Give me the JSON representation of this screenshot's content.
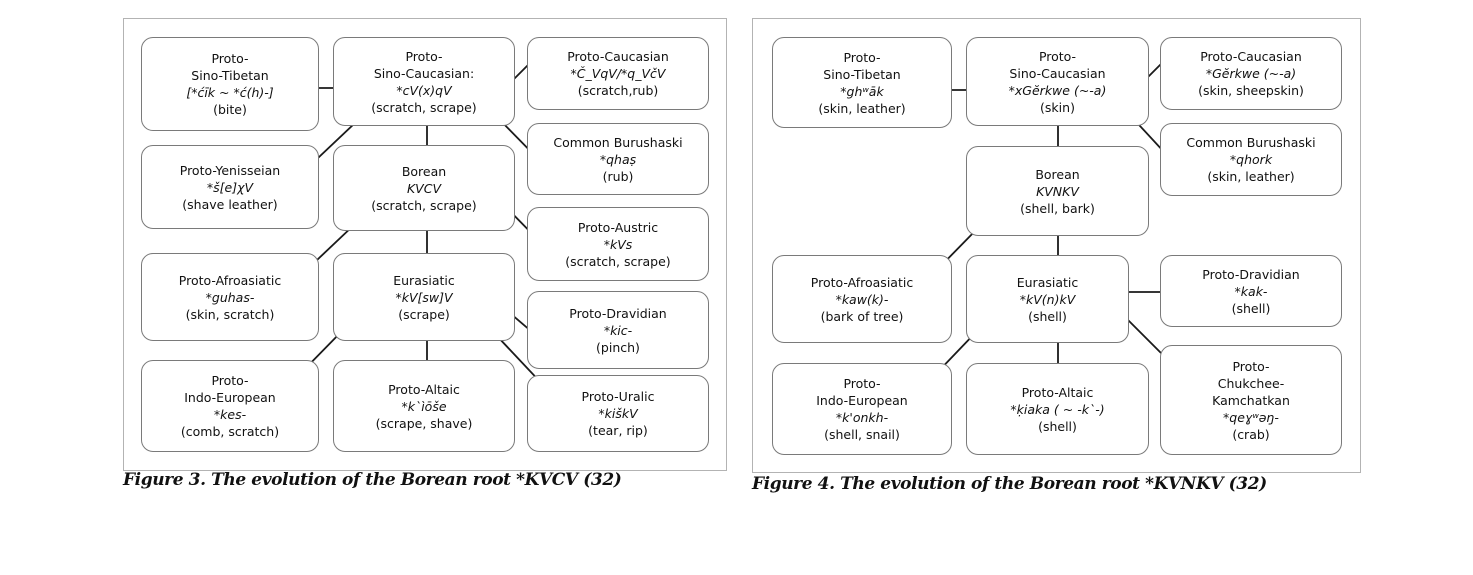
{
  "figure3": {
    "caption": "Figure 3. The evolution of the Borean root *KVCV (32)",
    "nodes": {
      "proto_sino_tibetan": {
        "name1": "Proto-",
        "name2": "Sino-Tibetan",
        "form": "[*ćīk ~ *ć(h)-]",
        "gloss": "(bite)"
      },
      "proto_sino_caucasian": {
        "name1": "Proto-",
        "name2": "Sino-Caucasian:",
        "form": "*cV(x)qV",
        "gloss": "(scratch, scrape)"
      },
      "proto_caucasian": {
        "name": "Proto-Caucasian",
        "form": "*Č_VqV/*q_VčV",
        "gloss": "(scratch,rub)"
      },
      "proto_yenisseian": {
        "name": "Proto-Yenisseian",
        "form": "*š[e]χV",
        "gloss": "(shave leather)"
      },
      "borean": {
        "name": "Borean",
        "form": "KVCV",
        "gloss": "(scratch, scrape)"
      },
      "common_burushaski": {
        "name": "Common Burushaski",
        "form": "*qhaṣ",
        "gloss": "(rub)"
      },
      "proto_austric": {
        "name": "Proto-Austric",
        "form": "*kVs",
        "gloss": "(scratch, scrape)"
      },
      "proto_afroasiatic": {
        "name": "Proto-Afroasiatic",
        "form": "*guhas-",
        "gloss": "(skin, scratch)"
      },
      "eurasiatic": {
        "name": "Eurasiatic",
        "form": "*kV[sw]V",
        "gloss": "(scrape)"
      },
      "proto_dravidian": {
        "name": "Proto-Dravidian",
        "form": "*kic-",
        "gloss": "(pinch)"
      },
      "proto_indo_european": {
        "name1": "Proto-",
        "name2": "Indo-European",
        "form": "*kes-",
        "gloss": "(comb, scratch)"
      },
      "proto_altaic": {
        "name": "Proto-Altaic",
        "form": "*k`ìōše",
        "gloss": "(scrape, shave)"
      },
      "proto_uralic": {
        "name": "Proto-Uralic",
        "form": "*kiškV",
        "gloss": "(tear, rip)"
      }
    }
  },
  "figure4": {
    "caption": "Figure 4. The evolution of the Borean root *KVNKV (32)",
    "nodes": {
      "proto_sino_tibetan": {
        "name1": "Proto-",
        "name2": "Sino-Tibetan",
        "form": "*ghʷāk",
        "gloss": "(skin, leather)"
      },
      "proto_sino_caucasian": {
        "name1": "Proto-",
        "name2": "Sino-Caucasian",
        "form": "*xGĕrkwe (~-a)",
        "gloss": "(skin)"
      },
      "proto_caucasian": {
        "name": "Proto-Caucasian",
        "form": "*Gĕrkwe (~-a)",
        "gloss": "(skin, sheepskin)"
      },
      "common_burushaski": {
        "name": "Common Burushaski",
        "form": "*qhork",
        "gloss": "(skin, leather)"
      },
      "borean": {
        "name": "Borean",
        "form": "KVNKV",
        "gloss": "(shell, bark)"
      },
      "proto_afroasiatic": {
        "name": "Proto-Afroasiatic",
        "form": "*kaw(k)-",
        "gloss": "(bark of tree)"
      },
      "eurasiatic": {
        "name": "Eurasiatic",
        "form": "*kV(n)kV",
        "gloss": "(shell)"
      },
      "proto_dravidian": {
        "name": "Proto-Dravidian",
        "form": "*kak-",
        "gloss": "(shell)"
      },
      "proto_indo_european": {
        "name1": "Proto-",
        "name2": "Indo-European",
        "form": "*k'onkh-",
        "gloss": "(shell, snail)"
      },
      "proto_altaic": {
        "name": "Proto-Altaic",
        "form": "*ḳiaka ( ~ -k`-)",
        "gloss": "(shell)"
      },
      "proto_chukchee_kamchatkan": {
        "name1": "Proto-",
        "name2": "Chukchee-",
        "name3": "Kamchatkan",
        "form": "*qeɣʷəŋ-",
        "gloss": "(crab)"
      }
    }
  }
}
